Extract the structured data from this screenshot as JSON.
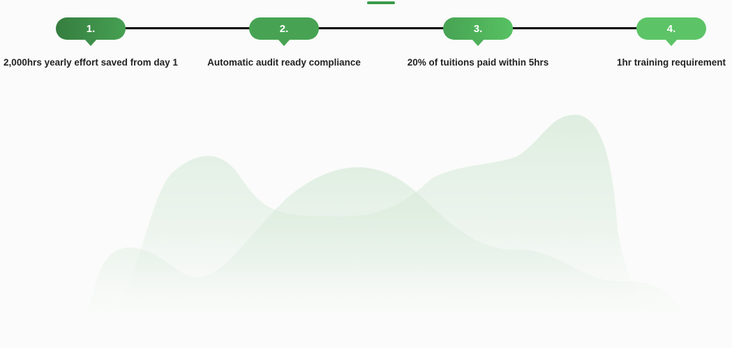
{
  "steps": [
    {
      "number": "1.",
      "label": "2,000hrs yearly effort saved from day 1"
    },
    {
      "number": "2.",
      "label": "Automatic audit ready compliance"
    },
    {
      "number": "3.",
      "label": "20% of tuitions paid within 5hrs"
    },
    {
      "number": "4.",
      "label": "1hr training requirement"
    }
  ],
  "colors": {
    "accent": "#3a9a48",
    "step_1_start": "#357d3f",
    "step_1_end": "#46a052",
    "step_2": "#47a353",
    "step_3_start": "#47a353",
    "step_3_end": "#57c162",
    "step_4": "#5cc466",
    "line": "#000000",
    "wave": "#cfe6d2"
  }
}
